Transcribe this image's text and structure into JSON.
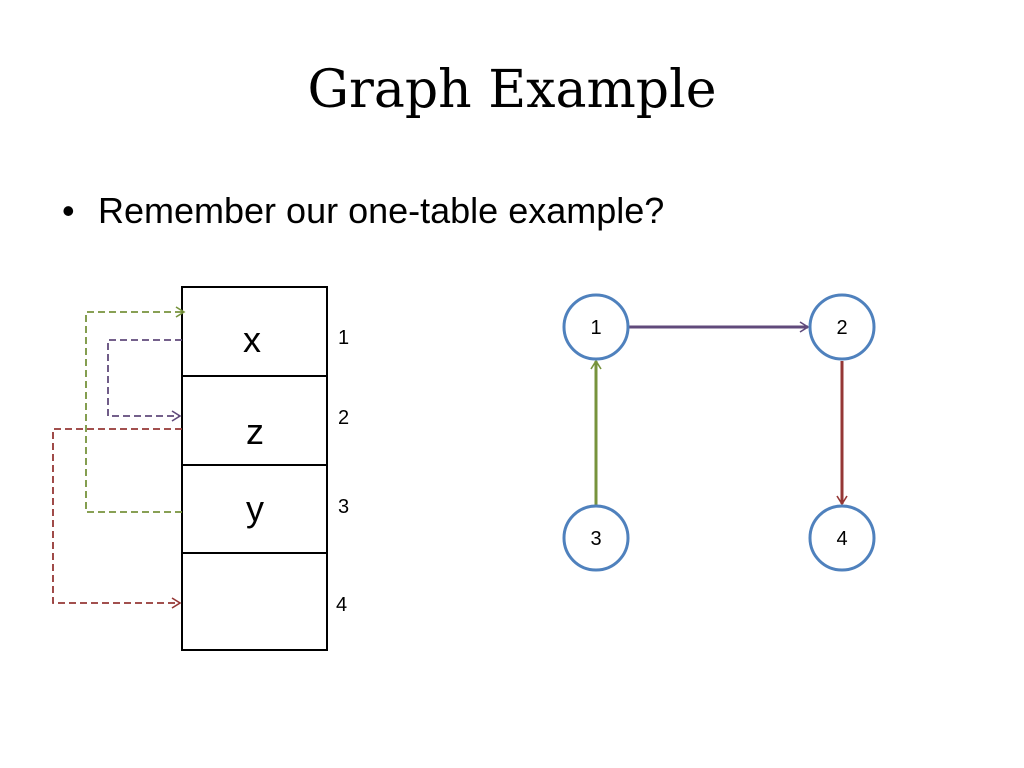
{
  "slide": {
    "title": "Graph Example",
    "bullet_marker": "•",
    "bullet_text": "Remember our one-table example?"
  },
  "table": {
    "cells": [
      "x",
      "z",
      "y",
      ""
    ],
    "indices": [
      "1",
      "2",
      "3",
      "4"
    ]
  },
  "graph": {
    "nodes": [
      "1",
      "2",
      "3",
      "4"
    ]
  },
  "colors": {
    "node_stroke": "#4F81BD",
    "edge_1_2": "#604A7B",
    "edge_3_1": "#77933C",
    "edge_2_4": "#953735"
  }
}
